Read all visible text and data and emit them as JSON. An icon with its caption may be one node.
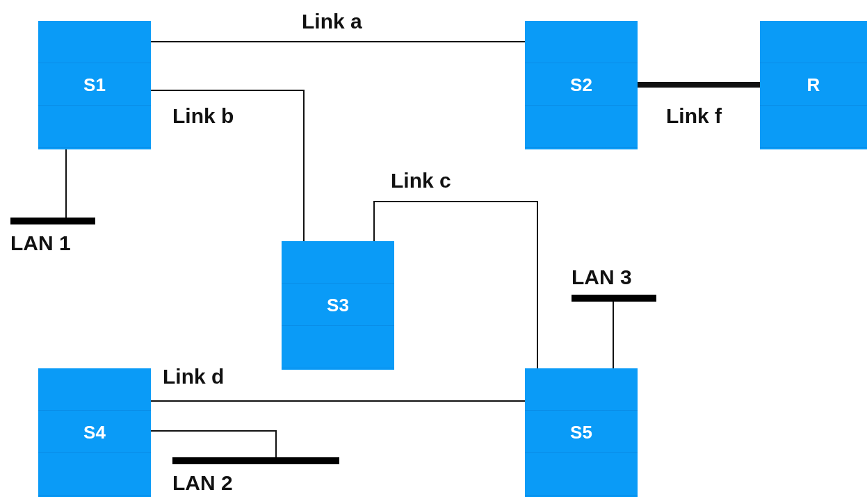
{
  "diagram": {
    "nodes": [
      {
        "text": [
          "S1"
        ]
      },
      {
        "text": [
          "S2"
        ]
      },
      {
        "text": [
          "R"
        ]
      },
      {
        "text": [
          "LAN 1"
        ]
      },
      {
        "text": [
          "S3"
        ]
      },
      {
        "text": [
          "LAN 3"
        ]
      },
      {
        "text": [
          "S4"
        ]
      },
      {
        "text": [
          "S5"
        ]
      },
      {
        "text": [
          "LAN 2"
        ]
      }
    ],
    "edges": [
      {
        "from": 0,
        "to": 1,
        "arrow": "none",
        "label": "Link a"
      },
      {
        "from": 0,
        "to": 4,
        "arrow": "none",
        "label": "Link b"
      },
      {
        "from": 4,
        "to": 7,
        "arrow": "none",
        "label": "Link c"
      },
      {
        "from": 1,
        "to": 2,
        "arrow": "none",
        "label": "Link f",
        "style": "thick"
      },
      {
        "from": 0,
        "to": 3,
        "arrow": "none"
      },
      {
        "from": 6,
        "to": 7,
        "arrow": "none",
        "label": "Link d"
      },
      {
        "from": 6,
        "to": 8,
        "arrow": "none"
      },
      {
        "from": 7,
        "to": 5,
        "arrow": "none"
      }
    ]
  }
}
